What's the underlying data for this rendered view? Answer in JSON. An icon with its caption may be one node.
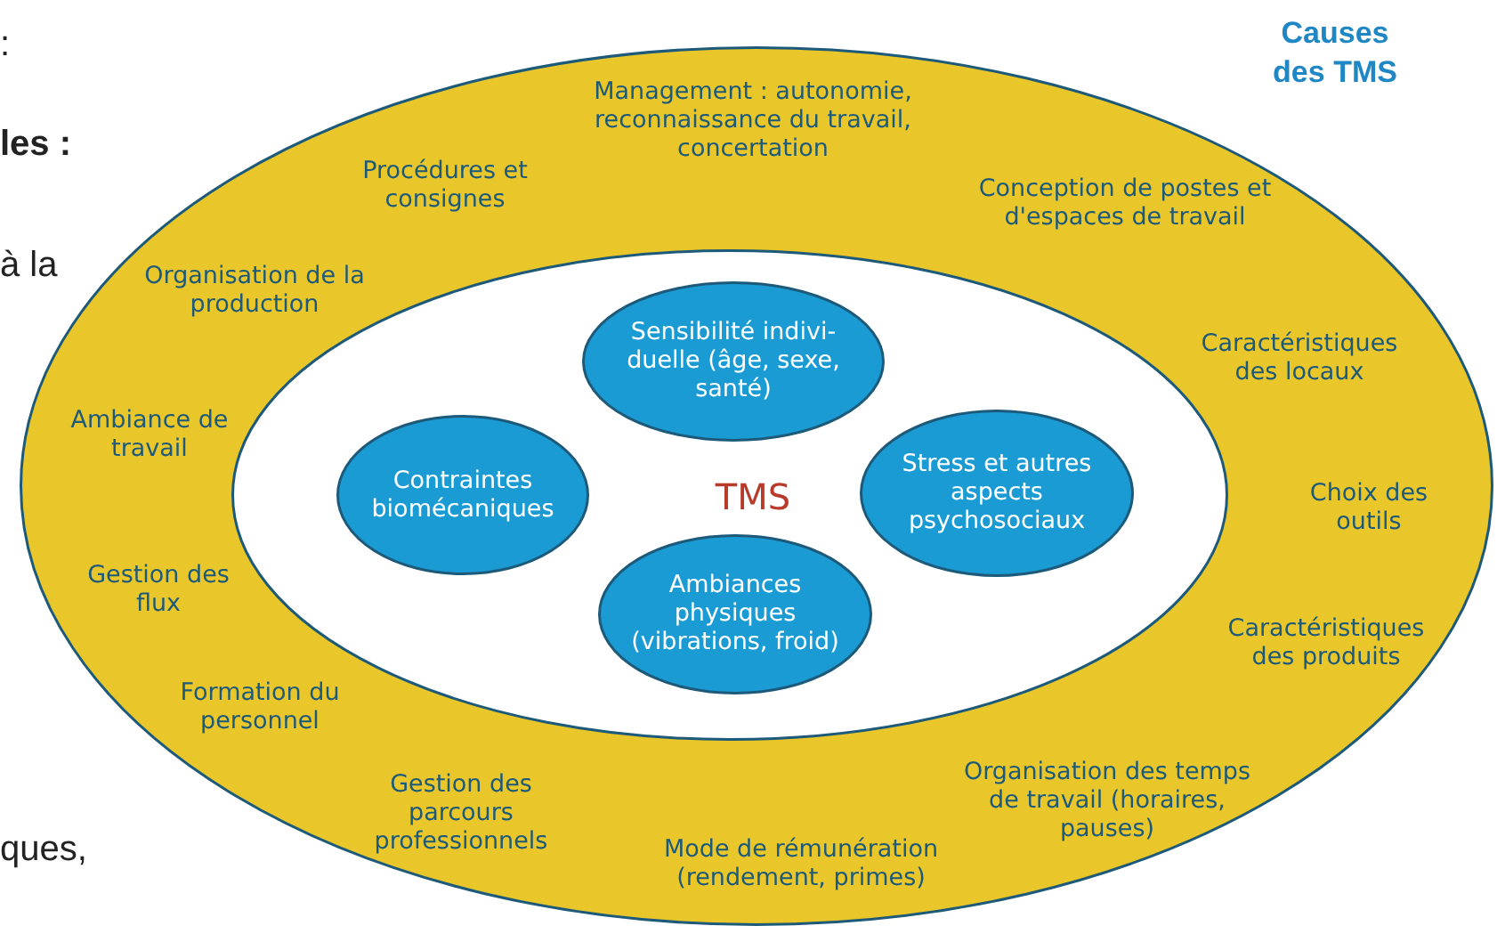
{
  "diagram": {
    "title": "Causes des TMS",
    "nodes": [
      {
        "text": [
          "Management : autonomie, reconnaissance du travail, concertation",
          "Procédures et consignes",
          "Conception de postes et d'espaces de travail",
          "Organisation de la production",
          "Caractéristiques des locaux",
          "Ambiance de travail",
          "Choix des outils",
          "Gestion des flux",
          "Caractéristiques des produits",
          "Formation du personnel",
          "Gestion des parcours professionnels",
          "Organisation des temps de travail (horaires, pauses)",
          "Mode de rémunération (rendement, primes)"
        ]
      },
      {
        "text": [
          "TMS"
        ],
        "in": 0
      },
      {
        "text": [
          "Sensibilité indivi- duelle (âge, sexe, santé)"
        ],
        "in": 1
      },
      {
        "text": [
          "Contraintes biomécaniques"
        ],
        "in": 1
      },
      {
        "text": [
          "Stress et autres aspects psychosociaux"
        ],
        "in": 1
      },
      {
        "text": [
          "Ambiances physiques (vibrations, froid)"
        ],
        "in": 1
      }
    ],
    "labels": [
      ":",
      "les :",
      "à la",
      "ques,"
    ]
  }
}
